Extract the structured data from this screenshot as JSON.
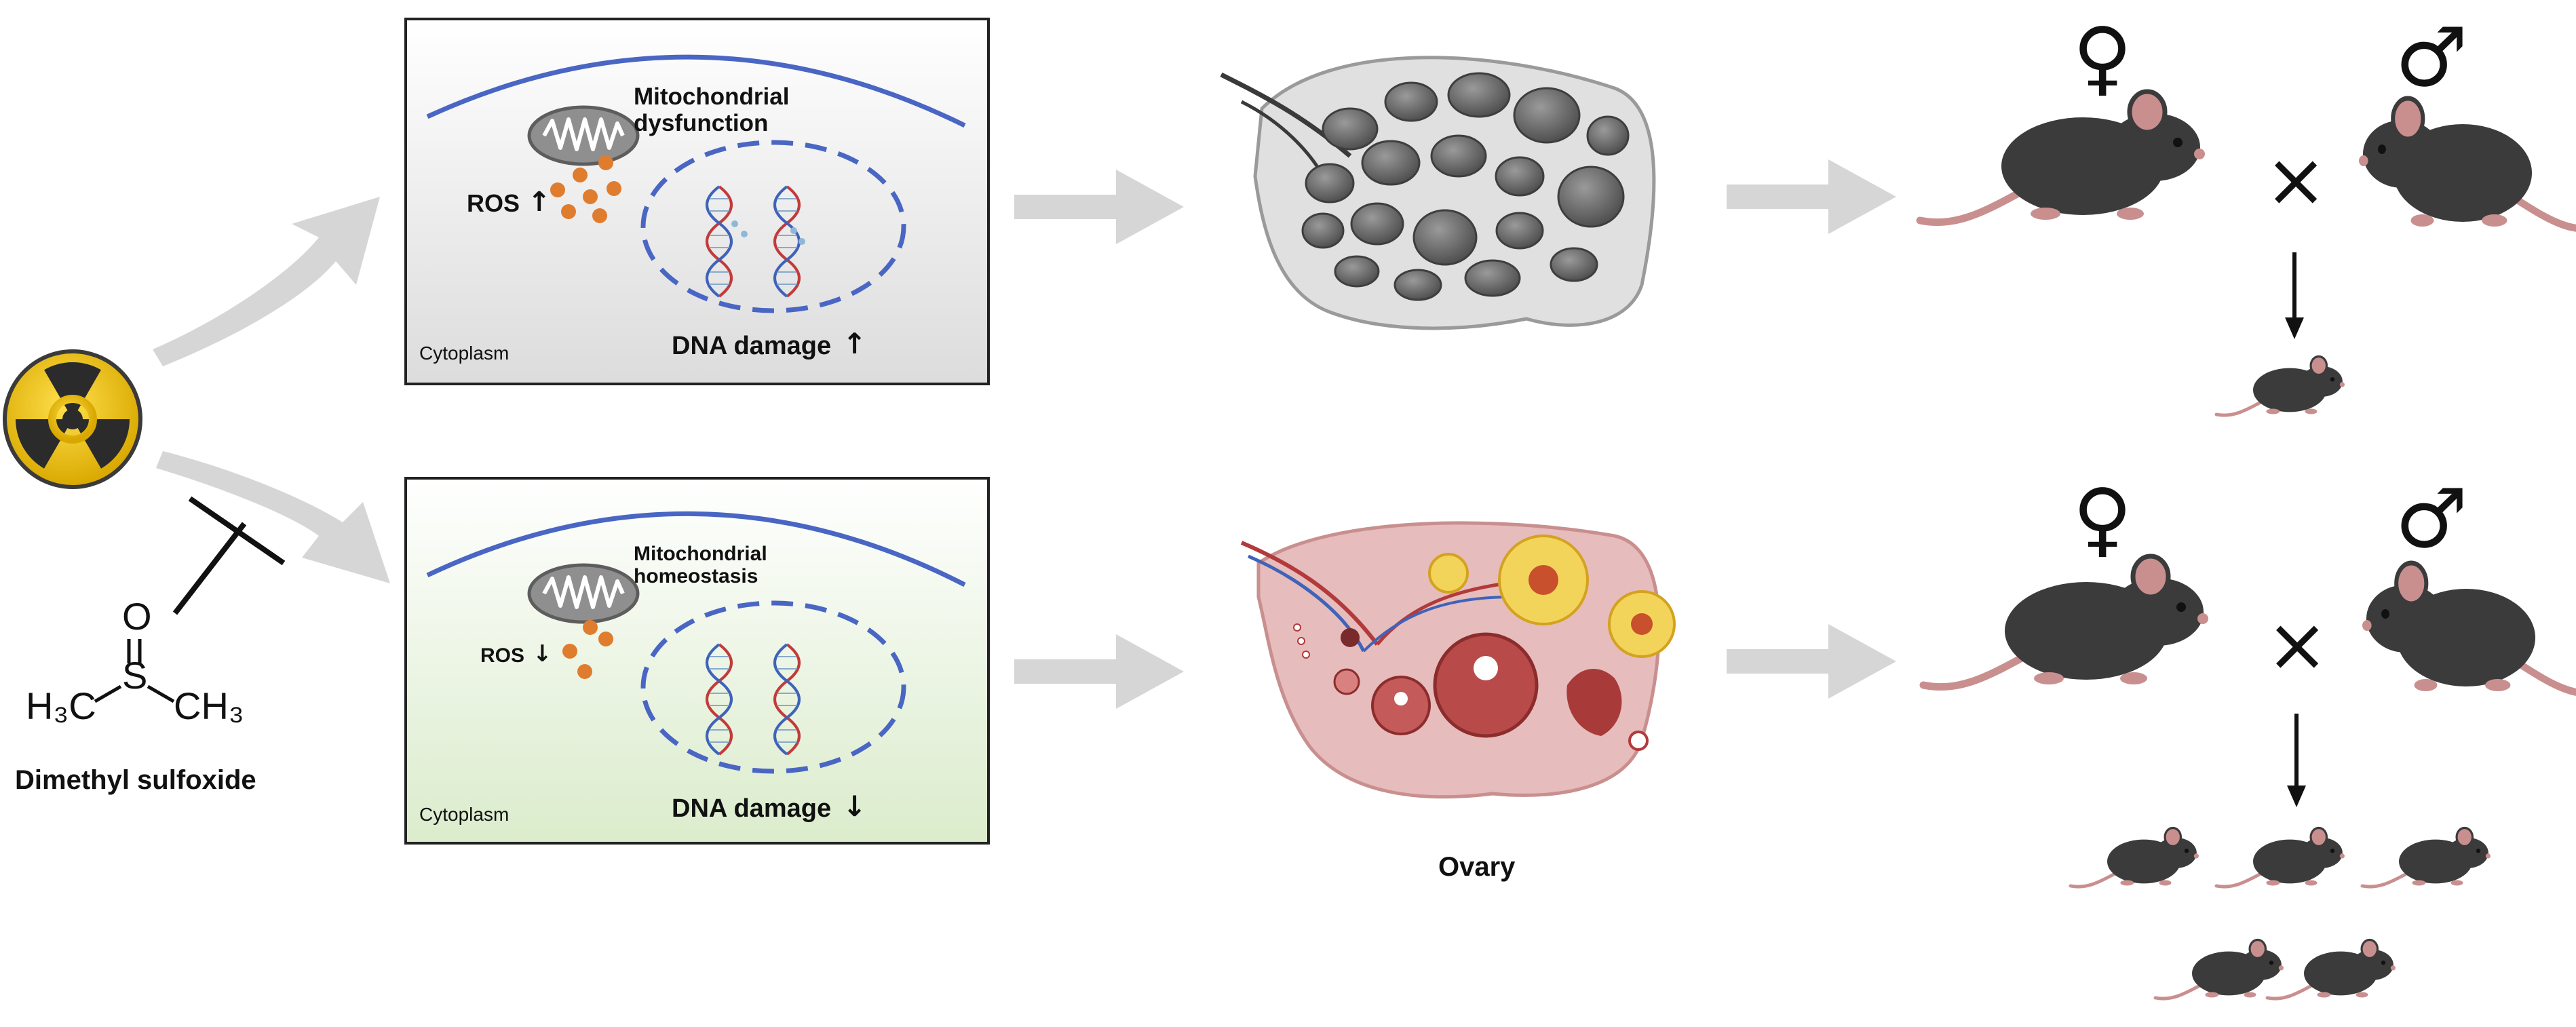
{
  "compound": {
    "name": "Dimethyl sulfoxide",
    "atom_o": "O",
    "atom_s": "S",
    "left_group": "H₃C",
    "right_group": "CH₃"
  },
  "top_panel": {
    "mito_label": "Mitochondrial\ndysfunction",
    "ros_label": "ROS",
    "ros_arrow": "↑",
    "dna_label": "DNA damage",
    "dna_arrow": "↑",
    "cytoplasm_label": "Cytoplasm",
    "bg_color": "#ededed"
  },
  "bottom_panel": {
    "mito_label": "Mitochondrial\nhomeostasis",
    "ros_label": "ROS",
    "ros_arrow": "↓",
    "dna_label": "DNA damage",
    "dna_arrow": "↓",
    "cytoplasm_label": "Cytoplasm",
    "bg_color": "#eaf3e2"
  },
  "ovary_label": "Ovary",
  "mating": {
    "female_symbol": "♀",
    "male_symbol": "♂",
    "cross_symbol": "×"
  },
  "colors": {
    "membrane_blue": "#4a66c4",
    "ros_orange": "#e07c2e",
    "arrow_gray": "#d6d6d6",
    "mouse_dark": "#3b3b3b",
    "mouse_pink": "#c98f8f",
    "radiation_yellow": "#f2c500"
  }
}
